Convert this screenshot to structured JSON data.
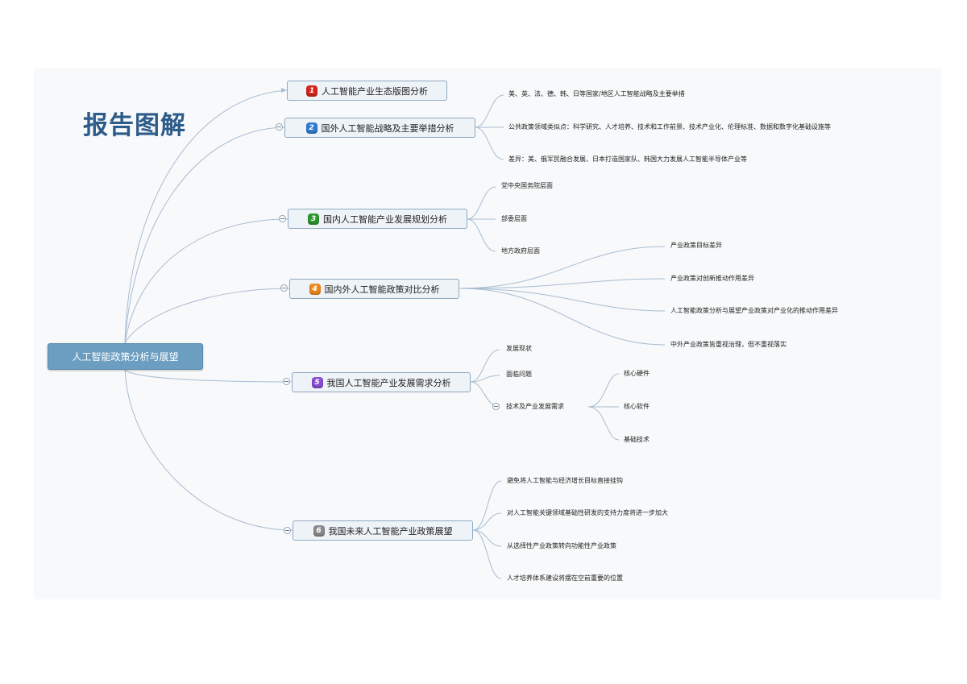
{
  "title": "报告图解",
  "root": {
    "label": "人工智能政策分析与展望"
  },
  "branches": [
    {
      "number": "1",
      "label": "人工智能产业生态版图分析",
      "color": "#d9251d"
    },
    {
      "number": "2",
      "label": "国外人工智能战略及主要举措分析",
      "color": "#2f7fd6",
      "children": [
        "美、英、法、德、韩、日等国家/地区人工智能战略及主要举措",
        "公共政策领域类似点：科学研究、人才培养、技术和工作前景、技术产业化、伦理标准、数据和数字化基础设施等",
        "差异：美、俄军民融合发展、日本打造国家队、韩国大力发展人工智能半导体产业等"
      ]
    },
    {
      "number": "3",
      "label": "国内人工智能产业发展规划分析",
      "color": "#2e9a2e",
      "children": [
        "党中央国务院层面",
        "部委层面",
        "地方政府层面"
      ]
    },
    {
      "number": "4",
      "label": "国内外人工智能政策对比分析",
      "color": "#ef8a1f",
      "children": [
        "产业政策目标差异",
        "产业政策对创新推动作用差异",
        "人工智能政策分析与展望产业政策对产业化的推动作用差异",
        "中外产业政策皆重视治理，但不重视落实"
      ]
    },
    {
      "number": "5",
      "label": "我国人工智能产业发展需求分析",
      "color": "#8a4fd6",
      "children": [
        "发展现状",
        "面临问题",
        "技术及产业发展需求"
      ],
      "grandchildren": [
        "核心硬件",
        "核心软件",
        "基础技术"
      ]
    },
    {
      "number": "6",
      "label": "我国未来人工智能产业政策展望",
      "color": "#8c8c8c",
      "children": [
        "避免将人工智能与经济增长目标直接挂钩",
        "对人工智能关键领域基础性研发的支持力度将进一步加大",
        "从选择性产业政策转向功能性产业政策",
        "人才培养体系建设将摆在空前重要的位置"
      ]
    }
  ]
}
